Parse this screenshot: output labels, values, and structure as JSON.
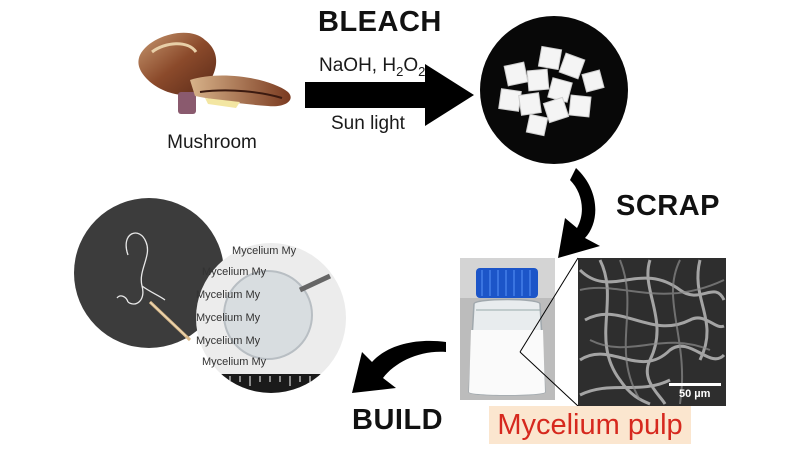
{
  "steps": {
    "bleach": "BLEACH",
    "scrap": "SCRAP",
    "build": "BUILD"
  },
  "bleach_conditions": {
    "reagents_prefix": "NaOH, H",
    "sub_1": "2",
    "mid": "O",
    "sub_2": "2",
    "light": "Sun light"
  },
  "labels": {
    "mushroom": "Mushroom",
    "pulp": "Mycelium pulp",
    "scale_bar": "50 µm",
    "film_watermark": "Mycelium My"
  },
  "colors": {
    "arrow": "#000000",
    "pulp_text": "#d6281e",
    "pulp_bg": "#fbe6cf",
    "bottle_cap": "#1c55c8"
  }
}
